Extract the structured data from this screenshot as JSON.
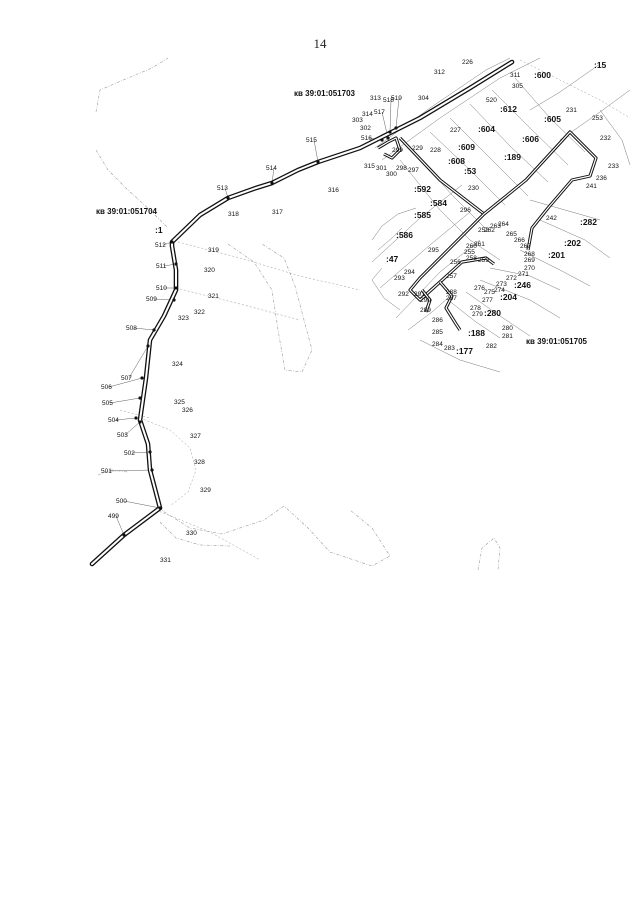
{
  "page": {
    "number": "14"
  },
  "quarters": [
    "кв 39:01:051703",
    "кв 39:01:051704",
    "кв 39:01:051705"
  ],
  "blocks": [
    ":600",
    ":15",
    ":612",
    ":604",
    ":606",
    ":605",
    ":609",
    ":189",
    ":608",
    ":53",
    ":592",
    ":584",
    ":585",
    ":586",
    ":282",
    ":202",
    ":201",
    ":47",
    ":246",
    ":204",
    ":280",
    ":188",
    ":177",
    ":1"
  ],
  "route_points": [
    "499",
    "500",
    "501",
    "502",
    "503",
    "504",
    "505",
    "506",
    "507",
    "508",
    "509",
    "510",
    "511",
    "512",
    "513",
    "514",
    "515",
    "516",
    "517",
    "518",
    "519"
  ],
  "survey_points": [
    "226",
    "227",
    "228",
    "229",
    "230",
    "231",
    "232",
    "233",
    "236",
    "241",
    "242",
    "252",
    "253",
    "255",
    "256",
    "257",
    "258",
    "259",
    "260",
    "261",
    "262",
    "263",
    "264",
    "265",
    "266",
    "267",
    "268",
    "269",
    "270",
    "271",
    "272",
    "273",
    "274",
    "275",
    "276",
    "277",
    "278",
    "279",
    "280",
    "281",
    "282",
    "283",
    "284",
    "285",
    "286",
    "287",
    "288",
    "289",
    "290",
    "291",
    "292",
    "293",
    "294",
    "295",
    "296",
    "297",
    "298",
    "299",
    "300",
    "301",
    "302",
    "303",
    "304",
    "305",
    "311",
    "312",
    "313",
    "314",
    "315",
    "316",
    "317",
    "318",
    "319",
    "320",
    "321",
    "322",
    "323",
    "324",
    "325",
    "326",
    "327",
    "328",
    "329",
    "330",
    "331",
    "520"
  ]
}
